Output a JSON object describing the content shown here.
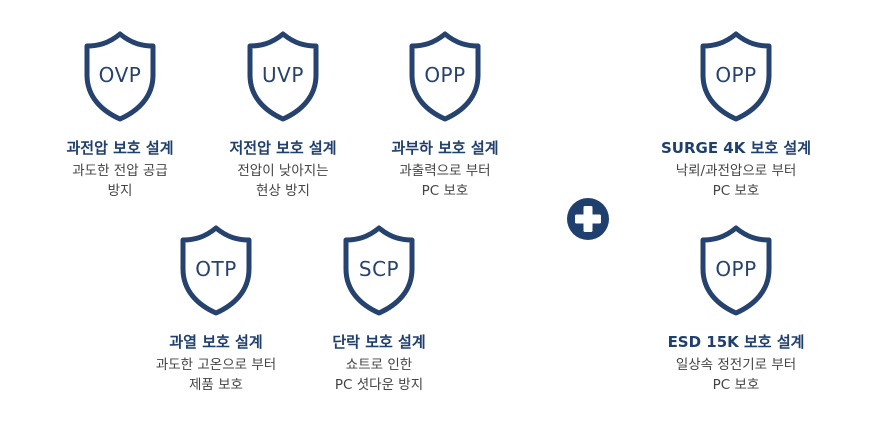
{
  "colors": {
    "shield_stroke": "#26426e",
    "title": "#1f3f6e",
    "description": "#444444",
    "plus_fill": "#1f3f6e"
  },
  "features": [
    {
      "label": "OVP",
      "title": "과전압 보호 설계",
      "desc1": "과도한 전압 공급",
      "desc2": "방지"
    },
    {
      "label": "UVP",
      "title": "저전압 보호 설계",
      "desc1": "전압이 낮아지는",
      "desc2": "현상 방지"
    },
    {
      "label": "OPP",
      "title": "과부하 보호 설계",
      "desc1": "과출력으로 부터",
      "desc2": "PC 보호"
    },
    {
      "label": "OTP",
      "title": "과열 보호 설계",
      "desc1": "과도한 고온으로 부터",
      "desc2": "제품 보호"
    },
    {
      "label": "SCP",
      "title": "단락 보호 설계",
      "desc1": "쇼트로 인한",
      "desc2": "PC 셧다운 방지"
    },
    {
      "label": "OPP",
      "title": "SURGE 4K 보호 설계",
      "desc1": "낙뢰/과전압으로 부터",
      "desc2": "PC 보호"
    },
    {
      "label": "OPP",
      "title": "ESD 15K 보호 설계",
      "desc1": "일상속 정전기로 부터",
      "desc2": "PC 보호"
    }
  ],
  "plus_icon": "plus-circle-icon"
}
